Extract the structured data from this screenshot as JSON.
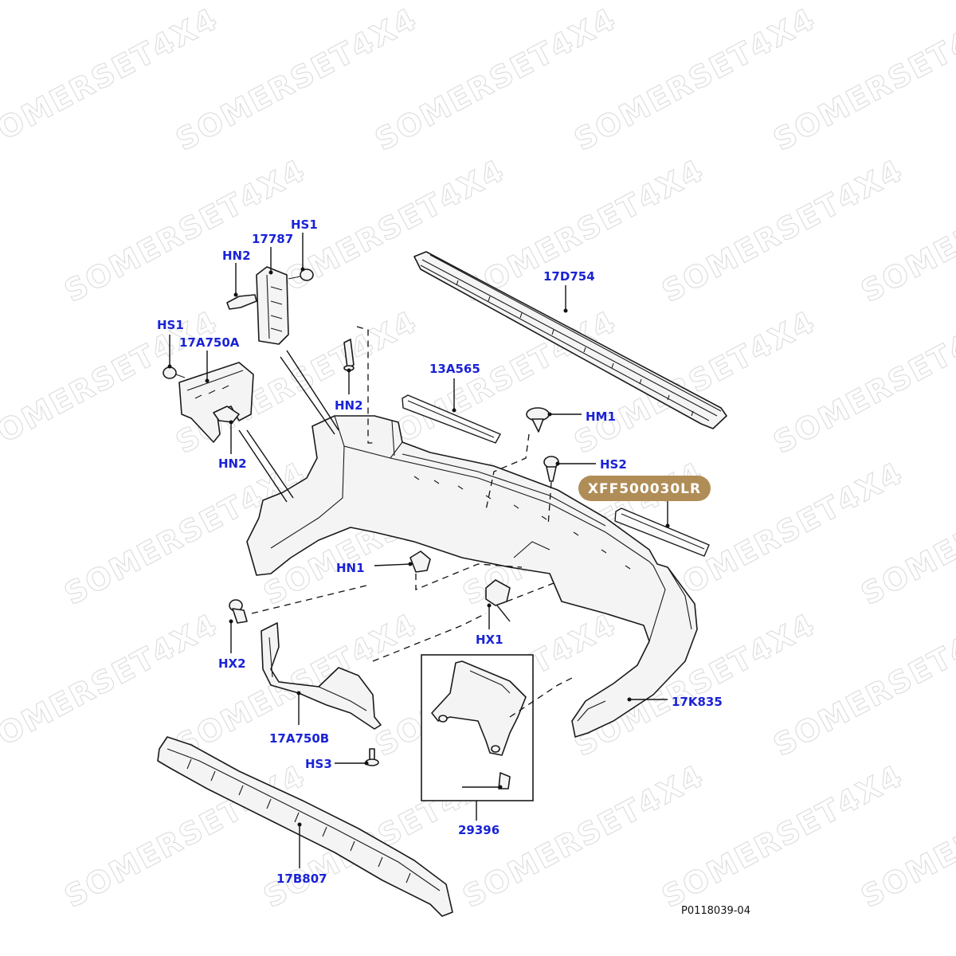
{
  "watermark": "SOMERSET4X4",
  "highlight": {
    "label": "XFF500030LR",
    "color": "#b08d57"
  },
  "figure_ref": "P0118039-04",
  "label_color": "#1a23d6",
  "callouts": {
    "hs1_top": "HS1",
    "c17787": "17787",
    "hn2_top": "HN2",
    "hs1_left": "HS1",
    "c17a750a": "17A750A",
    "hn2_mid": "HN2",
    "hn2_low": "HN2",
    "c17d754": "17D754",
    "c13a565": "13A565",
    "hm1": "HM1",
    "hs2": "HS2",
    "hn1": "HN1",
    "hx1": "HX1",
    "hx2": "HX2",
    "c17a750b": "17A750B",
    "hs3": "HS3",
    "c29396": "29396",
    "c17k835": "17K835",
    "c17b807": "17B807"
  }
}
